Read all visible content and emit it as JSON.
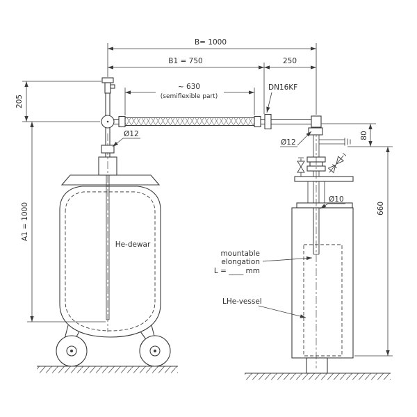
{
  "colors": {
    "line": "#3b3b3b",
    "background": "#ffffff"
  },
  "dims": {
    "b": "B= 1000",
    "b1": "B1 = 750",
    "offset_250": "250",
    "semiflex": "~ 630",
    "semiflex_note": "(semiflexible part)",
    "h205": "205",
    "a1": "A1 = 1000",
    "h80": "80",
    "h660": "660",
    "dia12_left": "Ø12",
    "dia12_right": "Ø12",
    "dia10": "Ø10",
    "flange": "DN16KF"
  },
  "labels": {
    "dewar": "He-dewar",
    "elong1": "mountable",
    "elong2": "elongation",
    "elong3": "L = ____ mm",
    "vessel": "LHe-vessel"
  }
}
